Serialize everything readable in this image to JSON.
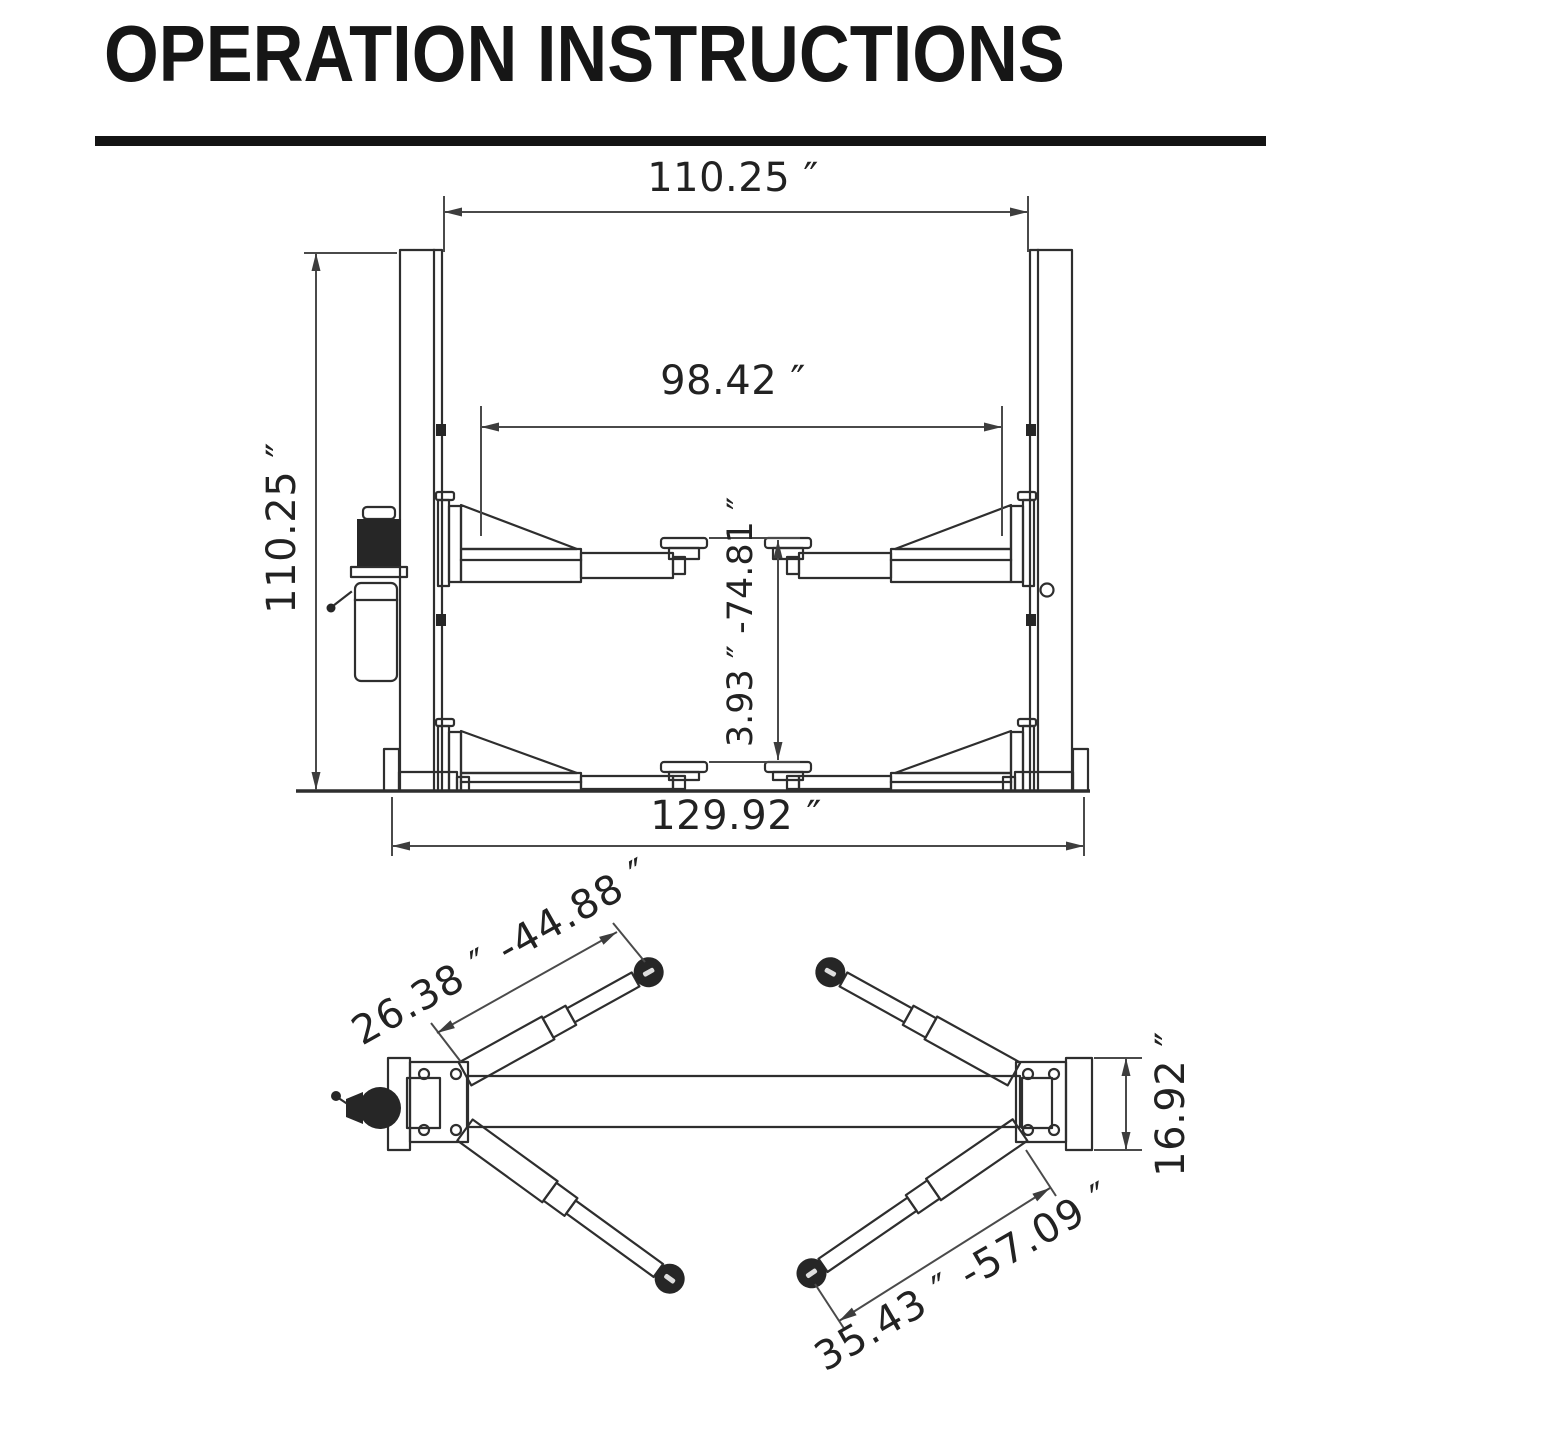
{
  "title": "OPERATION INSTRUCTIONS",
  "front_view": {
    "inner_width": "110.25 ″",
    "carriage_spread": "98.42 ″",
    "column_height": "110.25 ″",
    "lift_range": "3.93 ″ -74.81 ″",
    "overall_width": "129.92 ″"
  },
  "plan_view": {
    "front_arm_reach": "26.38 ″ -44.88 ″",
    "rear_arm_reach": "35.43 ″ -57.09 ″",
    "carriage_width": "16.92 ″"
  }
}
